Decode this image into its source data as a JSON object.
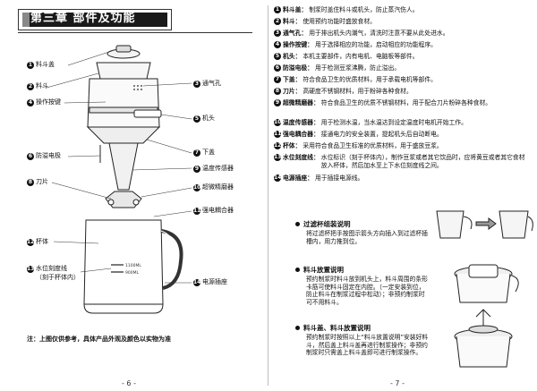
{
  "left_page": {
    "chapter_title": "第三章  部件及功能",
    "callouts": [
      {
        "n": "1",
        "label": "料斗盖"
      },
      {
        "n": "2",
        "label": "料斗"
      },
      {
        "n": "3",
        "label": "通气孔"
      },
      {
        "n": "4",
        "label": "操作按键"
      },
      {
        "n": "5",
        "label": "机头"
      },
      {
        "n": "6",
        "label": "防溢电极"
      },
      {
        "n": "7",
        "label": "下盖"
      },
      {
        "n": "8",
        "label": "刀片"
      },
      {
        "n": "9",
        "label": "温度传感器"
      },
      {
        "n": "10",
        "label": "超微精磨器"
      },
      {
        "n": "11",
        "label": "强电耦合器"
      },
      {
        "n": "12",
        "label": "杯体"
      },
      {
        "n": "13",
        "label": "水位刻度线"
      },
      {
        "n": "13b",
        "label": "（刻于杯体内）"
      },
      {
        "n": "14",
        "label": "电源插座"
      }
    ],
    "cup_marks": [
      "1100ML",
      "900ML"
    ],
    "note": "注：上图仅供参考，具体产品外观及颜色以实物为准",
    "page_number": "- 6 -"
  },
  "right_page": {
    "parts": [
      {
        "n": "1",
        "name": "料斗盖：",
        "desc": "制浆时盖住料斗或机头，防止蒸汽伤人。"
      },
      {
        "n": "2",
        "name": "料斗：",
        "desc": "使用预约功能时盛放食材。"
      },
      {
        "n": "3",
        "name": "通气孔：",
        "desc": "用于排出机头内潮气，清洗时注意不要从此处进水。"
      },
      {
        "n": "4",
        "name": "操作按键：",
        "desc": "用于选择相应的功能，启动相应的功能程序。"
      },
      {
        "n": "5",
        "name": "机头：",
        "desc": "本机主要部件，内有电机、电脑板等部件。"
      },
      {
        "n": "6",
        "name": "防溢电极：",
        "desc": "用于检测豆浆沸腾，防止溢出。"
      },
      {
        "n": "7",
        "name": "下盖：",
        "desc": "符合食品卫生的优质材料，用于承载电机等部件。"
      },
      {
        "n": "8",
        "name": "刀片：",
        "desc": "高硬度不锈钢材料，用于粉碎各种食材。"
      },
      {
        "n": "9",
        "name": "超微精磨器：",
        "desc": "符合食品卫生的优质不锈钢材料，用于配合刀片粉碎各种食材。"
      },
      {
        "n": "10",
        "name": "温度传感器：",
        "desc": "用于检测水温，当水温达到设定温度时电机开始工作。"
      },
      {
        "n": "11",
        "name": "强电耦合器：",
        "desc": "接通电力的安全装置，提起机头后自动断电。"
      },
      {
        "n": "12",
        "name": "杯体：",
        "desc": "采用符合食品卫生标准的优质材料，用于盛放豆浆。"
      },
      {
        "n": "13",
        "name": "水位刻度线：",
        "desc": "水位标识（刻于杯体内），制作豆浆或者其它饮品时，应将黄豆或者其它食材放入杯体，然后加水至上下水位刻度线之间。"
      },
      {
        "n": "14",
        "name": "电源插座：",
        "desc": "用于插接电源线。"
      }
    ],
    "sections": [
      {
        "title": "过滤杯组装说明",
        "body": "将过滤杯把手按图示箭头方向插入到过滤杯插槽内，用力推到位。"
      },
      {
        "title": "料斗放置说明",
        "body": "预约制浆时料斗放到机头上，料斗周围的条形卡筋可使料斗固定在内腔。（一定安装到位，防止料斗在制浆过程中松动）；非预约制浆时可不用料斗。"
      },
      {
        "title": "料斗盖、料斗放置说明",
        "body": "预约制浆时按照以上“料斗放置说明”安装好料斗，然后盖上料斗盖再进行制浆操作；非预约制浆时只需盖上料斗盖即可进行制浆操作。"
      }
    ],
    "page_number": "- 7 -"
  }
}
